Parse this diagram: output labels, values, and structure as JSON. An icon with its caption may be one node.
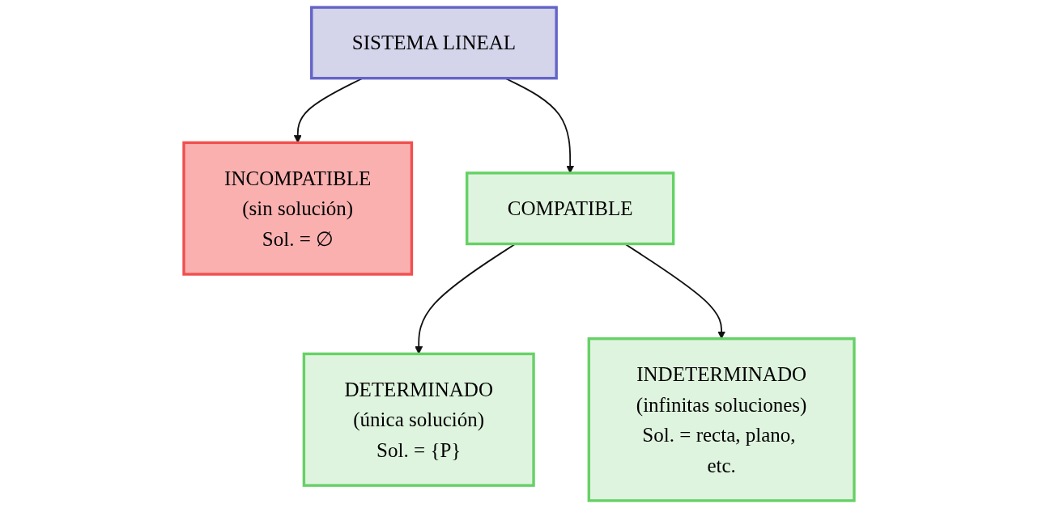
{
  "diagram": {
    "nodes": [
      {
        "text": [
          "SISTEMA LINEAL"
        ]
      },
      {
        "text": [
          "INCOMPATIBLE",
          "(sin solución)",
          "Sol. = ∅"
        ]
      },
      {
        "text": [
          "COMPATIBLE"
        ]
      },
      {
        "text": [
          "DETERMINADO",
          "(única solución)",
          "Sol. = {P}"
        ]
      },
      {
        "text": [
          "INDETERMINADO",
          "(infinitas soluciones)",
          "Sol. = recta, plano, etc."
        ]
      }
    ],
    "edges": [
      {
        "from": 0,
        "to": 1,
        "arrow": "to"
      },
      {
        "from": 0,
        "to": 2,
        "arrow": "to"
      },
      {
        "from": 2,
        "to": 3,
        "arrow": "to"
      },
      {
        "from": 2,
        "to": 4,
        "arrow": "to"
      }
    ]
  }
}
